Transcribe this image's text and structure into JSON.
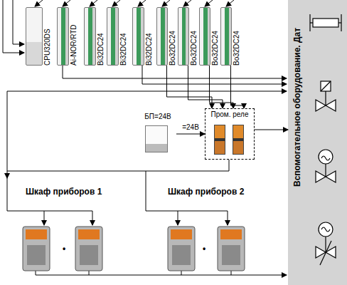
{
  "diagram": {
    "nodes": [
      {
        "text": [
          "CPU320DS"
        ]
      },
      {
        "text": [
          "Ai-NOR/RTD"
        ]
      },
      {
        "text": [
          "Bi32DC24"
        ]
      },
      {
        "text": [
          "Bi32DC24"
        ]
      },
      {
        "text": [
          "Bi32DC24"
        ]
      },
      {
        "text": [
          "Bo32DC24"
        ]
      },
      {
        "text": [
          "Bo32DC24"
        ]
      },
      {
        "text": [
          "Bo32DC24"
        ]
      },
      {
        "text": [
          "Bo32DC24"
        ]
      },
      {
        "text": [
          "БП=24В"
        ]
      },
      {
        "text": [
          "Пром. реле"
        ]
      },
      {
        "text": [
          "Вспомогательное оборудование. Дат"
        ]
      }
    ],
    "edges": [
      {
        "from": 5,
        "to": 10,
        "arrow": "to"
      },
      {
        "from": 6,
        "to": 10,
        "arrow": "to"
      },
      {
        "from": 7,
        "to": 10,
        "arrow": "to"
      },
      {
        "from": 8,
        "to": 10,
        "arrow": "to"
      },
      {
        "from": 9,
        "to": 10,
        "label": "=24В",
        "arrow": "to"
      },
      {
        "from": 10,
        "to": 11,
        "arrow": "to"
      }
    ],
    "labels": [
      "Шкаф приборов 1",
      "Шкаф приборов 2",
      "•",
      "•"
    ]
  }
}
